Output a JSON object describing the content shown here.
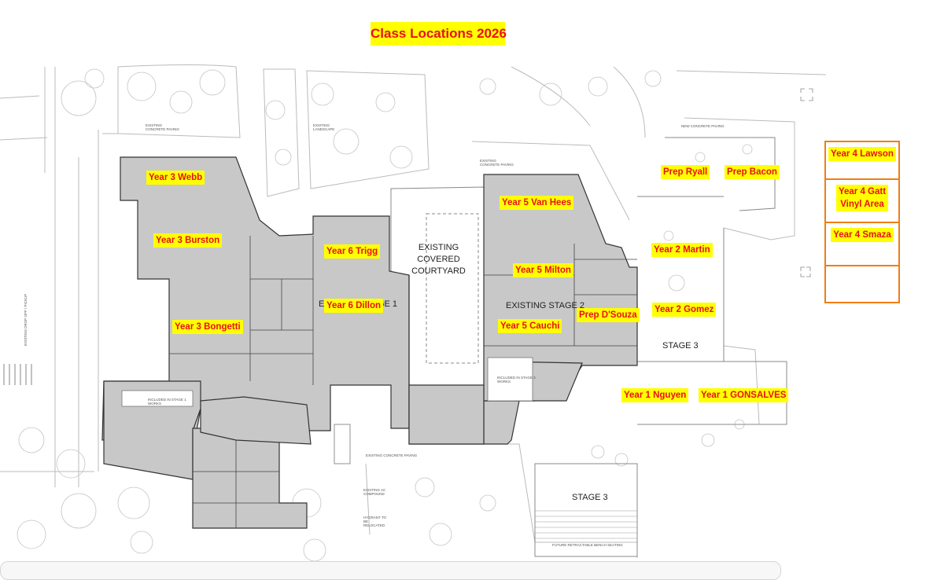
{
  "title": "Class Locations 2026",
  "areas": {
    "courtyard": [
      "EXISTING",
      "COVERED",
      "COURTYARD"
    ],
    "existing_stage_1": "EXISTING STAGE 1",
    "existing_stage_2": "EXISTING STAGE 2",
    "stage_3_right": "STAGE 3",
    "stage_3_bottom": "STAGE 3"
  },
  "classes": {
    "y3_webb": "Year 3 Webb",
    "y3_burston": "Year 3 Burston",
    "y3_bongetti": "Year 3 Bongetti",
    "y6_trigg": "Year 6 Trigg",
    "y6_dillon": "Year 6 Dillon",
    "y5_vanhees": "Year 5 Van Hees",
    "y5_milton": "Year 5 Milton",
    "y5_cauchi": "Year 5  Cauchi",
    "prep_dsouza": "Prep D'Souza",
    "prep_ryall": "Prep Ryall",
    "prep_bacon": "Prep Bacon",
    "y2_martin": "Year 2 Martin",
    "y2_gomez": "Year 2 Gomez",
    "y1_nguyen": "Year 1 Nguyen",
    "y1_gonsalves": "Year 1 GONSALVES"
  },
  "side_boxes": {
    "lawson": "Year 4 Lawson",
    "gatt_line1": "Year 4 Gatt",
    "gatt_line2": "Vinyl Area",
    "smaza": "Year 4 Smaza"
  },
  "plan_notes": {
    "existing_concrete_paving_top": "EXISTING\nCONCRETE PAVING",
    "existing_landscape": "EXISTING\nLANDSCAPE",
    "existing_concrete_paving_mid": "EXISTING\nCONCRETE PAVING",
    "new_concrete_paving": "NEW CONCRETE PAVING",
    "included_stage1": "INCLUDED IN STAGE 1\nWORKS",
    "included_stage3": "INCLUDED IN STAGE 3\nWORKS",
    "existing_concrete_paving_bottom": "EXISTING CONCRETE PAVING",
    "existing_ac_compound": "EXISTING AC\nCOMPOUND",
    "hydrant": "HYDRANT TO\nBE\nRELOCATED",
    "bench_seating": "FUTURE RETRACTABLE BENCH SEATING",
    "dropoff": "EXISTING DROP-OFF / PICKUP"
  },
  "colors": {
    "label_bg": "#ffff00",
    "label_text": "#e8101a",
    "building_fill": "#c8c8c8",
    "box_border": "#f07d10"
  }
}
